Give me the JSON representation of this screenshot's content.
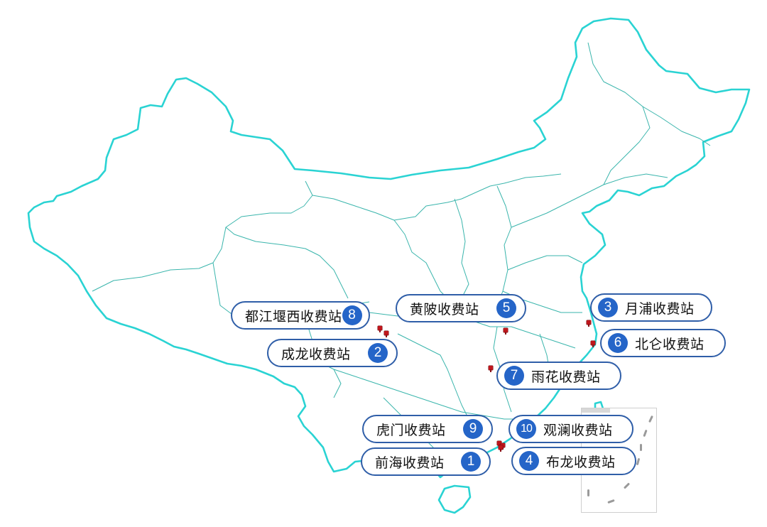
{
  "map": {
    "type": "china-province-outline",
    "border_color": "#2ad3d3",
    "province_line_color": "#3ab5ac",
    "marker_color": "#c0161c",
    "label_border_color": "#2f5ea8",
    "badge_color": "#2565c8",
    "inset": "south-china-sea-islands"
  },
  "stations": [
    {
      "id": 1,
      "name": "前海收费站",
      "badge": "1"
    },
    {
      "id": 2,
      "name": "成龙收费站",
      "badge": "2"
    },
    {
      "id": 3,
      "name": "月浦收费站",
      "badge": "3"
    },
    {
      "id": 4,
      "name": "布龙收费站",
      "badge": "4"
    },
    {
      "id": 5,
      "name": "黄陂收费站",
      "badge": "5"
    },
    {
      "id": 6,
      "name": "北仑收费站",
      "badge": "6"
    },
    {
      "id": 7,
      "name": "雨花收费站",
      "badge": "7"
    },
    {
      "id": 8,
      "name": "都江堰西收费站",
      "badge": "8"
    },
    {
      "id": 9,
      "name": "虎门收费站",
      "badge": "9"
    },
    {
      "id": 10,
      "name": "观澜收费站",
      "badge": "10"
    }
  ]
}
